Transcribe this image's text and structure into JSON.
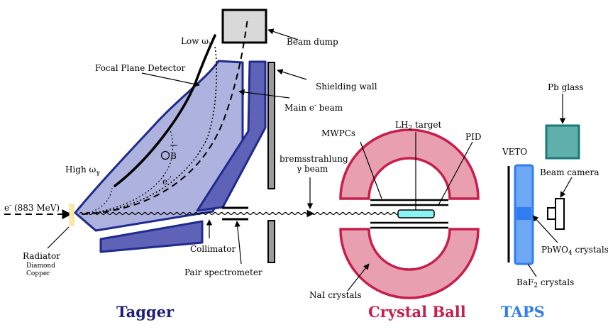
{
  "labels": {
    "low_omega": "Low ω",
    "low_omega_sub": "γ",
    "beam_dump": "Beam dump",
    "focal_plane_detector": "Focal Plane Detector",
    "shielding_wall": "Shielding wall",
    "main_beam": "Main e",
    "main_beam_sup": "-",
    "main_beam_tail": " beam",
    "b_field": "B",
    "e_prime": "e",
    "e_prime_sup": "-'",
    "high_omega": "High ω",
    "high_omega_sub": "γ",
    "electron_beam": "e",
    "electron_beam_sup": "-",
    "electron_beam_tail": " (883 MeV)",
    "radiator": "Radiator",
    "diamond": "Diamond",
    "copper": "Copper",
    "collimator": "Collimator",
    "pair_spectrometer": "Pair spectrometer",
    "bremsstrahlung": "bremsstrahlung",
    "gamma_beam": "γ beam",
    "mwpcs": "MWPCs",
    "lh2_target_a": "LH",
    "lh2_target_sub": "2",
    "lh2_target_b": " target",
    "pid": "PID",
    "nai_crystals": "NaI crystals",
    "veto": "VETO",
    "pb_glass": "Pb glass",
    "beam_camera": "Beam camera",
    "pbwo4_a": "PbWO",
    "pbwo4_sub": "4",
    "pbwo4_b": " crystals",
    "baf2_a": "BaF",
    "baf2_sub": "2",
    "baf2_b": " crystals"
  },
  "sections": {
    "tagger": "Tagger",
    "crystal_ball": "Crystal Ball",
    "taps": "TAPS"
  },
  "colors": {
    "tagger": "#1d1f7a",
    "crystal_ball": "#c81e4b",
    "taps": "#2f7df0",
    "magnet_light": "#aeb2de",
    "magnet_dark": "#5e63b8",
    "magnet_edge": "#1f2a8c",
    "crystal_fill": "#e8a0b0",
    "taps_fill": "#6ea8f5",
    "pb_glass": "#5fb0ad",
    "target": "#8af3f6",
    "radiator": "#fbe9a6"
  }
}
